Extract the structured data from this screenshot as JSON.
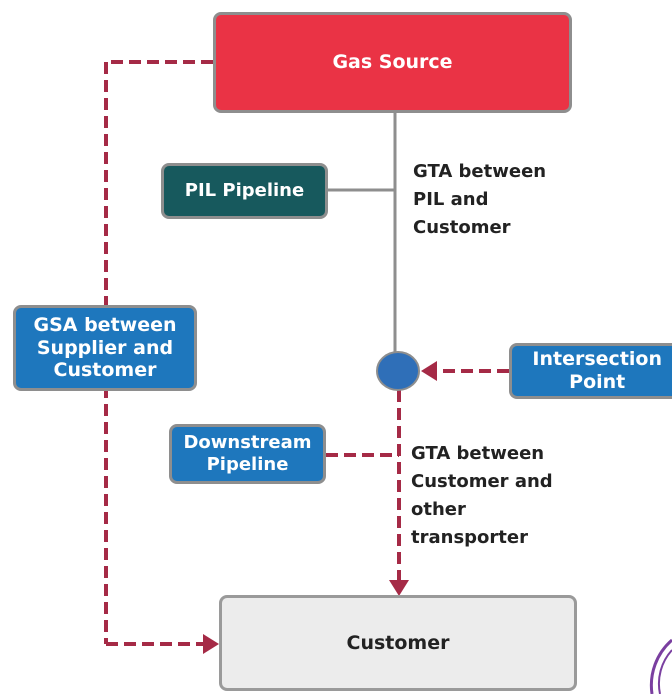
{
  "nodes": {
    "gas_source": "Gas Source",
    "pil_pipeline": "PIL Pipeline",
    "gsa": {
      "line1": "GSA between",
      "line2": "Supplier and",
      "line3": "Customer"
    },
    "intersection_point": {
      "line1": "Intersection",
      "line2": "Point"
    },
    "downstream_pipeline": {
      "line1": "Downstream",
      "line2": "Pipeline"
    },
    "customer": "Customer"
  },
  "labels": {
    "gta_pil": {
      "line1": "GTA between",
      "line2": "PIL and",
      "line3": "Customer"
    },
    "gta_other": {
      "line1": "GTA between",
      "line2": "Customer and",
      "line3": "other",
      "line4": "transporter"
    }
  },
  "colors": {
    "gas_source": "#ea3345",
    "pil_pipeline": "#17595d",
    "blue_nodes": "#1e77bd",
    "customer": "#ececec",
    "solid_connector": "#8e8e8e",
    "dashed_connector": "#a52a46",
    "junction": "#2f6fb8"
  }
}
